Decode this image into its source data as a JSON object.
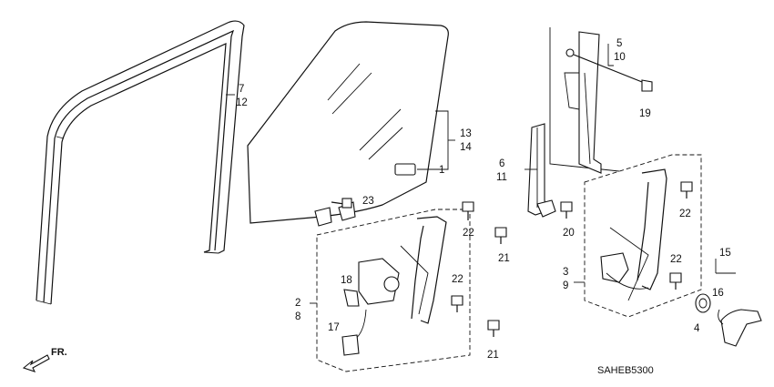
{
  "diagram": {
    "catalog_code": "SAHEB5300",
    "direction_label": "FR.",
    "callouts": {
      "c7": "7",
      "c12": "12",
      "c13": "13",
      "c14": "14",
      "c1": "1",
      "c23": "23",
      "c5": "5",
      "c10": "10",
      "c19": "19",
      "c6": "6",
      "c11": "11",
      "c20": "20",
      "c22a": "22",
      "c21a": "21",
      "c18": "18",
      "c2": "2",
      "c8": "8",
      "c17": "17",
      "c22b": "22",
      "c21b": "21",
      "c3": "3",
      "c9": "9",
      "c22c": "22",
      "c22d": "22",
      "c15": "15",
      "c16": "16",
      "c4": "4"
    }
  }
}
